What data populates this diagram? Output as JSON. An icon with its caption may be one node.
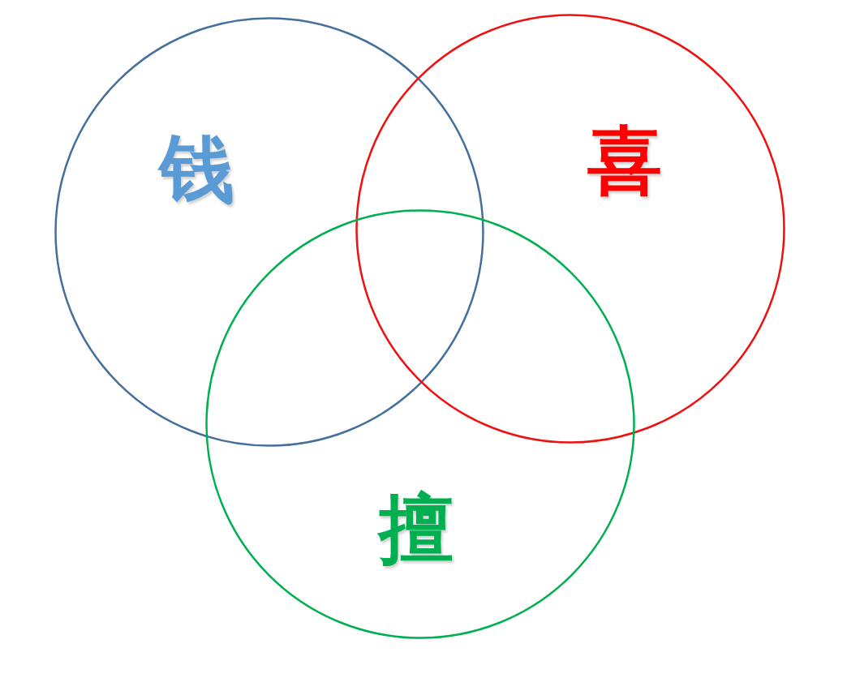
{
  "diagram": {
    "nodes": [
      {
        "text": [
          "钱"
        ]
      },
      {
        "text": [
          "喜"
        ]
      },
      {
        "text": [
          "擅"
        ]
      }
    ]
  }
}
